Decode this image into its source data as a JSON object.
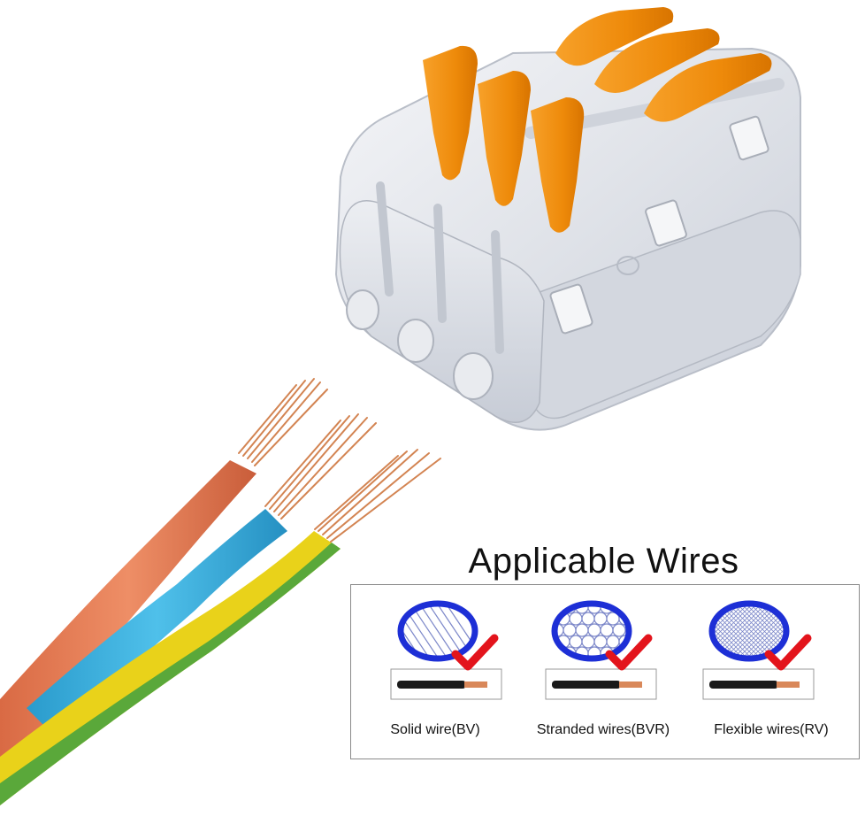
{
  "title": "Applicable Wires",
  "wire_types": [
    {
      "label": "Solid wire(BV)",
      "pattern": "diagonal-lines",
      "mark": "check-icon"
    },
    {
      "label": "Stranded wires(BVR)",
      "pattern": "circles",
      "mark": "check-icon"
    },
    {
      "label": "Flexible wires(RV)",
      "pattern": "fine-mesh",
      "mark": "check-icon"
    }
  ],
  "colors": {
    "ring": "#1d2fd6",
    "check": "#e3141c",
    "lever": "#f28a00",
    "wire_orange": "#e0774f",
    "wire_blue": "#35a9d8",
    "wire_yellow": "#e9d21a",
    "wire_green": "#5aa83a",
    "copper": "#d9885a"
  }
}
